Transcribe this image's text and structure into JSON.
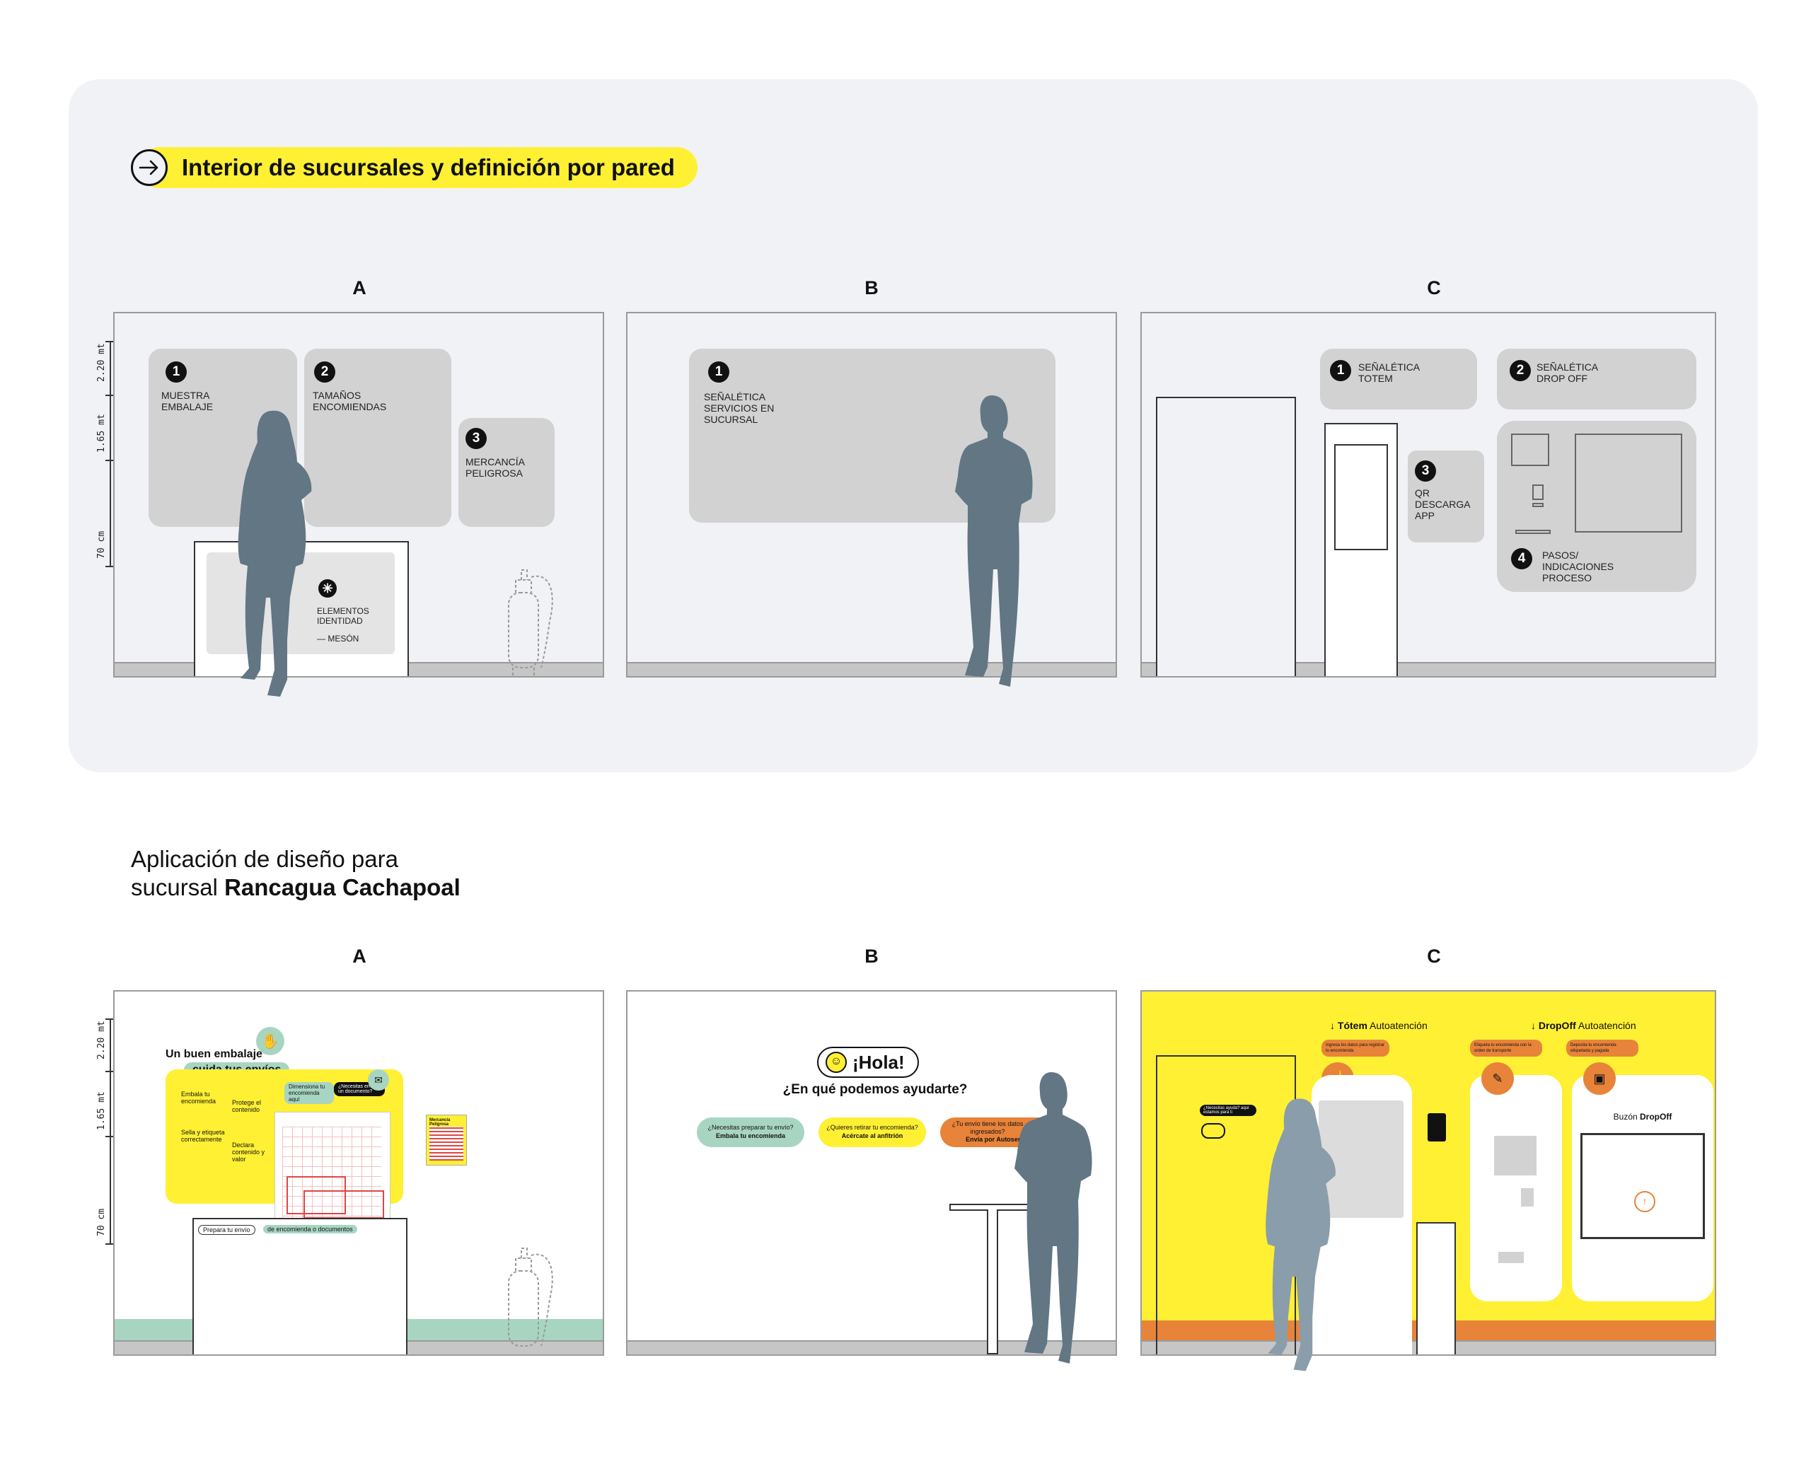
{
  "section1": {
    "title": "Interior de sucursales y definición por pared",
    "columns": [
      "A",
      "B",
      "C"
    ],
    "scale": [
      "2.20 mt",
      "1.65 mt",
      "70 cm"
    ],
    "wallA": {
      "items": [
        {
          "num": "1",
          "label": "MUESTRA\nEMBALAJE"
        },
        {
          "num": "2",
          "label": "TAMAÑOS\nENCOMIENDAS"
        },
        {
          "num": "3",
          "label": "MERCANCÍA\nPELIGROSA"
        }
      ],
      "identity_icon": "asterisk-icon",
      "identity_label": "ELEMENTOS\nIDENTIDAD",
      "meson_label": "— MESÓN"
    },
    "wallB": {
      "items": [
        {
          "num": "1",
          "label": "SEÑALÉTICA\nSERVICIOS EN\nSUCURSAL"
        }
      ]
    },
    "wallC": {
      "items": [
        {
          "num": "1",
          "label": "SEÑALÉTICA\nTOTEM"
        },
        {
          "num": "2",
          "label": "SEÑALÉTICA\nDROP OFF"
        },
        {
          "num": "3",
          "label": "QR\nDESCARGA\nAPP"
        },
        {
          "num": "4",
          "label": "PASOS/\nINDICACIONES\nPROCESO"
        }
      ]
    }
  },
  "section2": {
    "subtitle_line1": "Aplicación de diseño para",
    "subtitle_line2_prefix": "sucursal ",
    "subtitle_line2_bold": "Rancagua Cachapoal",
    "columns": [
      "A",
      "B",
      "C"
    ],
    "scale": [
      "2.20 mt",
      "1.65 mt",
      "70 cm"
    ],
    "wallA": {
      "headline1": "Un buen embalaje",
      "headline2": "cuida tus envíos",
      "step1": "Embala tu encomienda",
      "step2": "Protege el contenido",
      "step3": "Sella y etiqueta correctamente",
      "step4": "Declara contenido y valor",
      "dimension_label": "Dimensiona tu encomienda aquí",
      "bubble": "¿Necesitas enviar un documento?",
      "counter_label1": "Prepara tu envío",
      "counter_label2": "de encomienda o documentos",
      "poster_title": "Mercancía Peligrosa"
    },
    "wallB": {
      "hola": "¡Hola!",
      "question": "¿En qué podemos ayudarte?",
      "pill1_top": "¿Necesitas preparar tu envío?",
      "pill1_bottom": "Embala tu encomienda",
      "pill2_top": "¿Quieres retirar tu encomienda?",
      "pill2_bottom": "Acércate al anfitrión",
      "pill3_top": "¿Tu envío tiene los datos ingresados?",
      "pill3_bottom": "Envía por Autoservicio"
    },
    "wallC": {
      "totem_title_bold": "Tótem",
      "totem_title_rest": " Autoatención",
      "dropoff_title_bold": "DropOff",
      "dropoff_title_rest": " Autoatención",
      "totem_tag": "Ingresa los datos para registrar tu encomienda",
      "dropoff_tag1": "Etiqueta tu encomienda con la orden de transporte",
      "dropoff_tag2": "Deposita tu encomienda etiquetada y pagada",
      "door_bubble": "¿Necesitas ayuda? aquí estamos para ti",
      "buzon_prefix": "Buzón ",
      "buzon_bold": "DropOff"
    },
    "colors": {
      "yellow": "#fff033",
      "mint": "#a8d5c2",
      "orange": "#e8833a",
      "silhouette": "#627684",
      "silhouette_light": "#8a9dab"
    }
  }
}
